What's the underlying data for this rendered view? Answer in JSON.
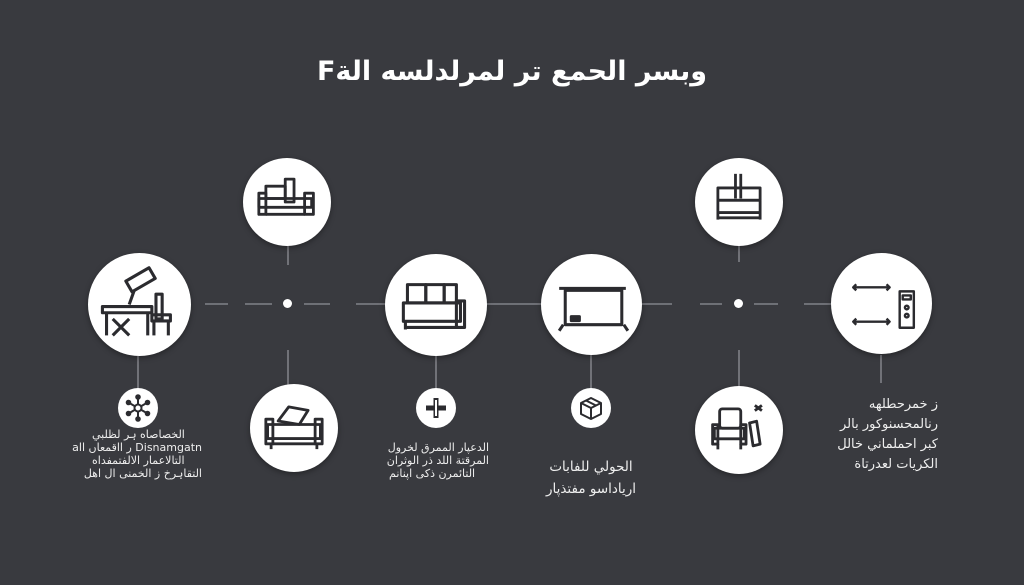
{
  "title": "وبسر الحمع تر لمرلدلسه الةF",
  "nodes": [
    {
      "name": "desk-chair-icon"
    },
    {
      "name": "sofa-section-icon"
    },
    {
      "name": "armchair-icon"
    },
    {
      "name": "sofa-icon"
    },
    {
      "name": "projector-screen-icon"
    },
    {
      "name": "shelf-unit-icon"
    },
    {
      "name": "chair-with-tool-icon"
    },
    {
      "name": "dimension-cabinet-icon"
    }
  ],
  "small_icons": [
    {
      "name": "asterisk-network-icon"
    },
    {
      "name": "cross-tool-icon"
    },
    {
      "name": "box-icon"
    }
  ],
  "captions": {
    "c1": [
      "الخصاصاه ہر لظلبي",
      "Disnamgatn ر ااقمعاں ااa",
      "التالاعمار الالفتمفداه",
      "التقاہرخ ز الخمنی ال اهل"
    ],
    "c2": [
      "الدعپار الممرق لخرول",
      "المرقتة اللد ذر الوثران",
      "التائمرن ذكی اپنانم"
    ],
    "c3": [
      "الحولي للفابات",
      "ارياداسو مفتذپار"
    ],
    "c4": [
      "ز خمرحطلهه",
      "رنالمحسنوكور بالر",
      "كبر احملماني خالل",
      "الكريات لعدرتاة"
    ]
  }
}
